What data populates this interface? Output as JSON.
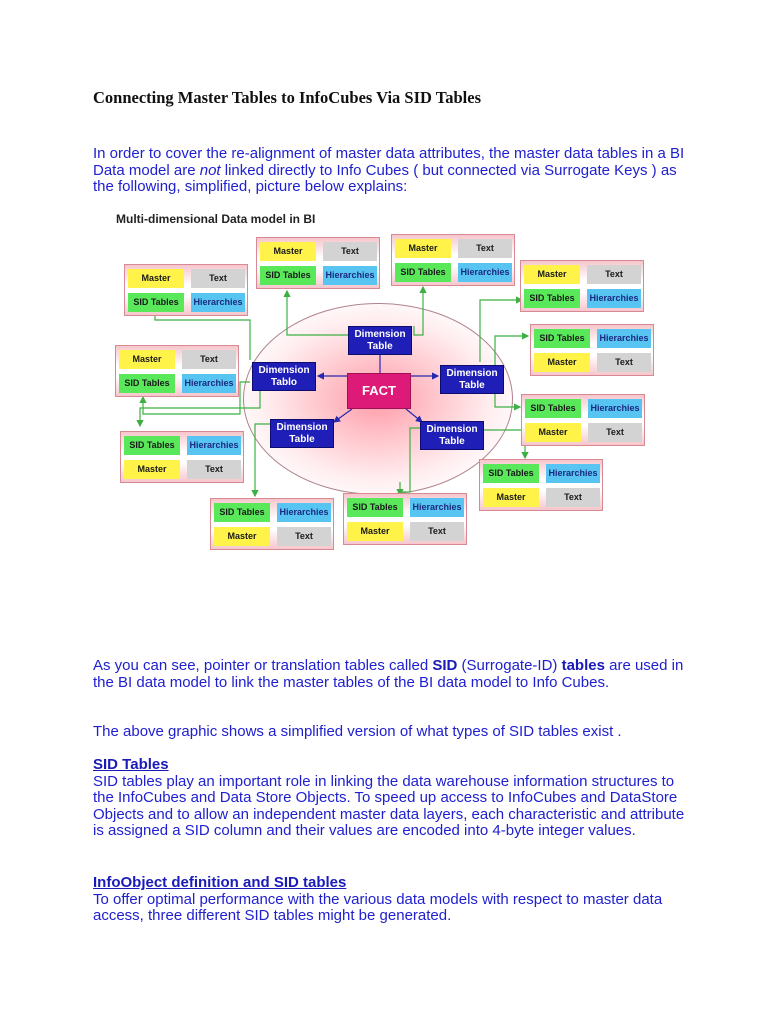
{
  "document": {
    "title": "Connecting Master Tables to InfoCubes Via SID Tables",
    "intro": {
      "part1": "In order to cover the re-alignment of master data attributes, the master data tables in a BI Data model are ",
      "emphasis": "not",
      "part2": " linked directly to Info Cubes ( but connected via Surrogate Keys ) as the following, simplified, picture below explains:"
    },
    "diagram": {
      "title": "Multi-dimensional Data model in BI",
      "center_label": "FACT",
      "dimension_label_line1": "Dimension",
      "dimension_label_line2": "Table",
      "dimension_label_line2_alt": "Tablo",
      "cell_labels": {
        "master": "Master",
        "text": "Text",
        "sid": "SID Tables",
        "hierarchies": "Hierarchies"
      },
      "colors": {
        "master": "#fff34a",
        "text": "#d3d3d3",
        "sid": "#58e85a",
        "hierarchies": "#58c4f2",
        "dimension": "#1f1fb8",
        "fact": "#dd1a78",
        "connector": "#3cb043"
      }
    },
    "para2": {
      "part1": "As you can see, pointer or translation tables called ",
      "bold1": "SID",
      "part2": " (Surrogate-ID) ",
      "bold2": "tables",
      "part3": " are used in the BI data model to link the master tables of the BI data model to Info Cubes."
    },
    "para3": "The above graphic shows a simplified version of what types of SID tables exist .",
    "section1": {
      "heading": "SID Tables",
      "body": "SID tables play an important role in linking the data warehouse information structures to the InfoCubes and Data Store Objects. To speed up access to InfoCubes and DataStore Objects and to allow an independent master data layers, each characteristic and attribute is assigned a SID column and their values are encoded into 4-byte integer values."
    },
    "section2": {
      "heading": "InfoObject definition and SID tables",
      "body": "To offer optimal performance with the various data models with respect to master data access, three different SID tables might be generated."
    },
    "text_color": "#2020d0"
  }
}
